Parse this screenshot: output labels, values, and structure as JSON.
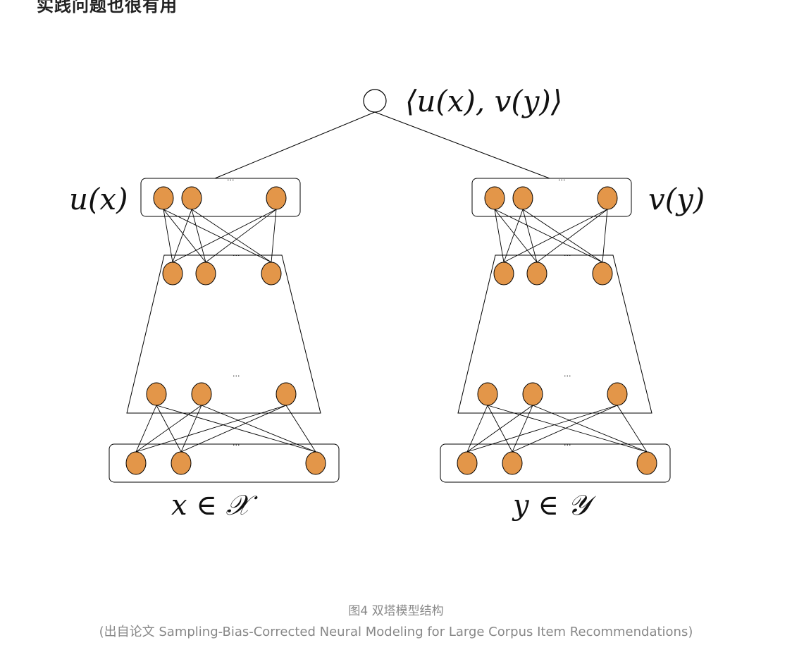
{
  "top_text": "实践问题也很有用",
  "diagram": {
    "score_label": "⟨u(x), v(y)⟩",
    "user_embedding_label": "u(x)",
    "item_embedding_label": "v(y)",
    "user_input_label": "x ∈ 𝒳",
    "item_input_label": "y ∈ 𝒴",
    "ellipsis": "···",
    "colors": {
      "node_fill": "#E39649",
      "stroke": "#000000"
    }
  },
  "caption": {
    "title": "图4 双塔模型结构",
    "source": "(出自论文 Sampling-Bias-Corrected Neural Modeling for Large Corpus Item Recommendations)"
  }
}
